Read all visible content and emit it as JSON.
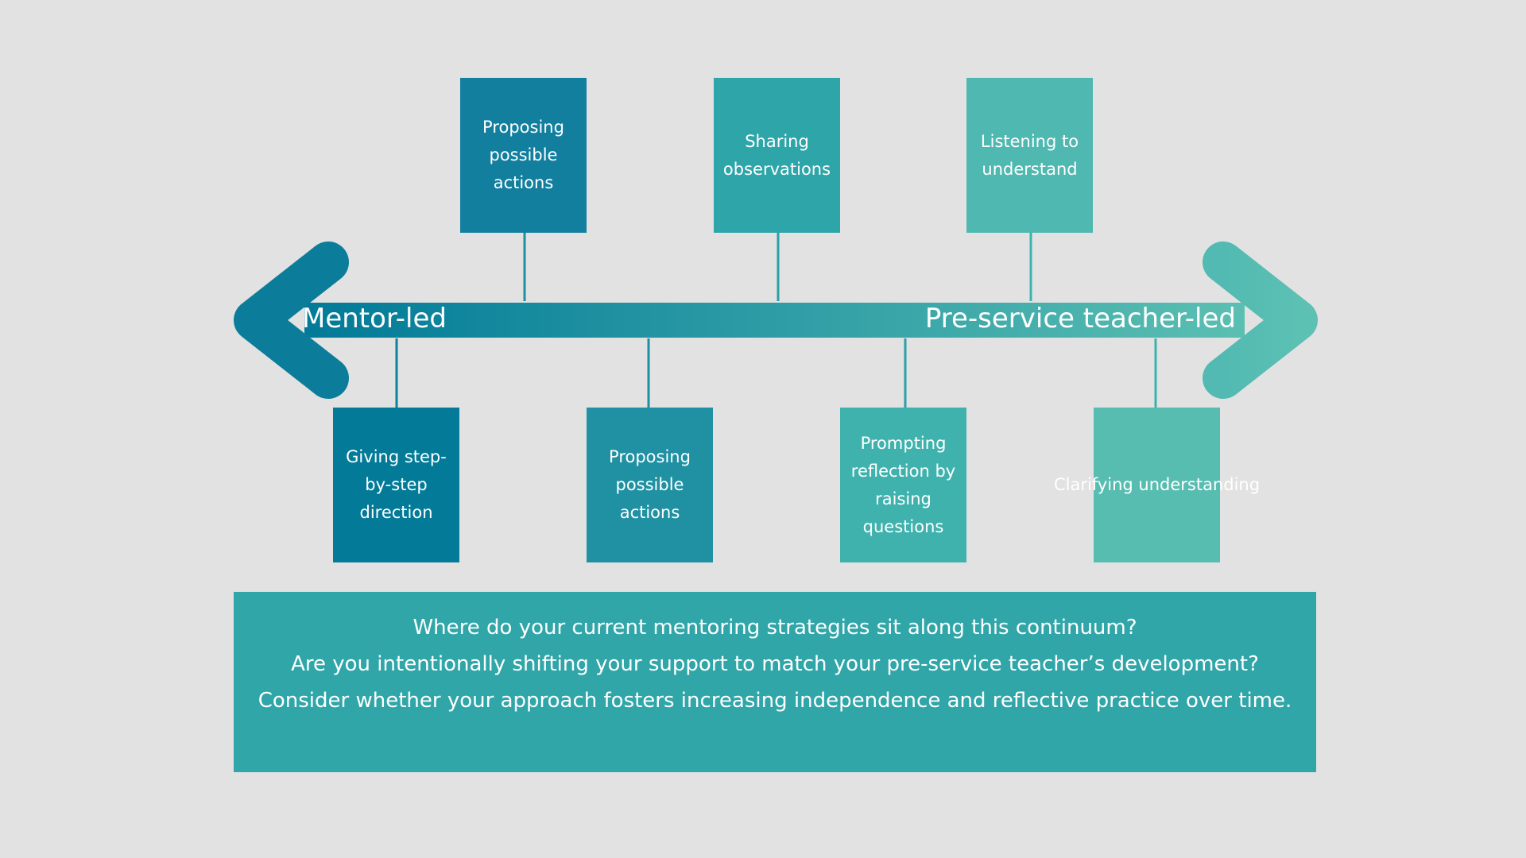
{
  "continuum": {
    "left_label": "Mentor-led",
    "right_label": "Pre-service teacher-led",
    "gradient_start": "#017a98",
    "gradient_end": "#5bbfb2"
  },
  "strategies_top": [
    {
      "text": "Proposing possible actions",
      "color": "#137f9f"
    },
    {
      "text": "Sharing observations",
      "color": "#2ea5a9"
    },
    {
      "text": "Listening to understand",
      "color": "#4fb8b0"
    }
  ],
  "strategies_bottom": [
    {
      "text": "Giving step-by-step direction",
      "color": "#037b98"
    },
    {
      "text": "Proposing possible actions",
      "color": "#2091a3"
    },
    {
      "text": "Prompting reflection by raising questions",
      "color": "#40b2ad"
    },
    {
      "text": "Clarifying understanding",
      "color": "#58bdb1"
    }
  ],
  "reflection": {
    "line1": "Where do your current mentoring strategies sit along this continuum?",
    "line2": "Are you intentionally shifting your support to match your pre-service teacher’s development?",
    "line3": "Consider whether your approach fosters increasing independence and reflective practice over time.",
    "background": "#30a6a9"
  },
  "colors": {
    "background": "#e2e2e2",
    "connector_top": "#1c8fa3",
    "connector_bottom": "#1c8fa3"
  }
}
